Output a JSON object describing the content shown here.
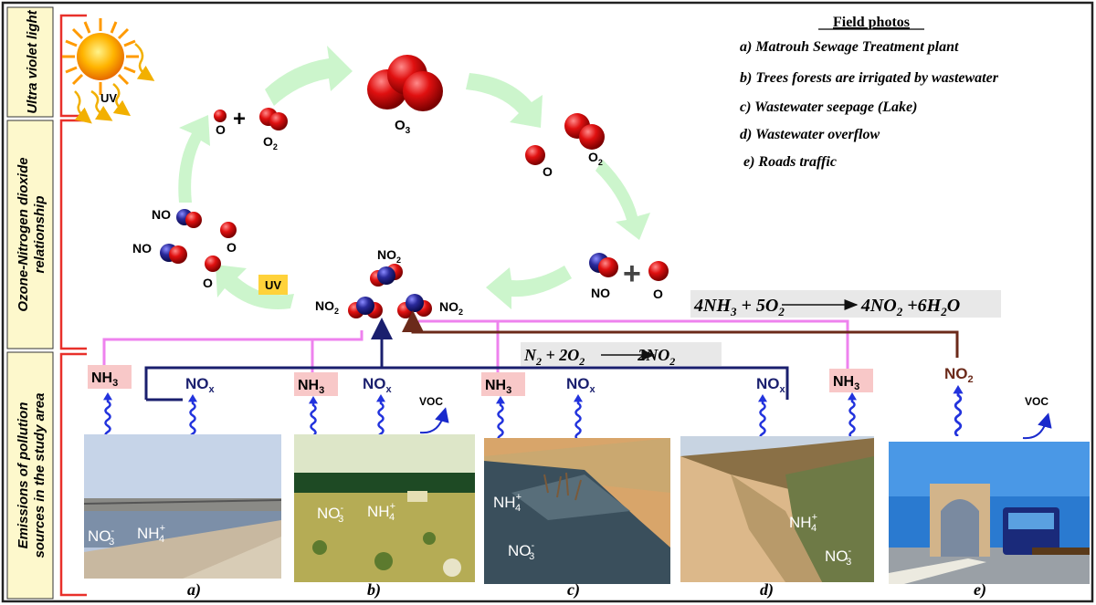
{
  "side_labels": {
    "uv": "Ultra violet light",
    "ozone_line1": "Ozone-Nitrogen dioxide",
    "ozone_line2": "relationship",
    "emissions_line1": "Emissions of pollution",
    "emissions_line2": "sources in the study area"
  },
  "legend": {
    "title": "Field photos",
    "items": [
      "a) Matrouh Sewage Treatment plant",
      "b) Trees forests are irrigated by wastewater",
      "c) Wastewater seepage (Lake)",
      "d) Wastewater overflow",
      "e) Roads traffic"
    ]
  },
  "cycle": {
    "o3": "O",
    "o3_sub": "3",
    "o_left": "O",
    "o2_left": "O",
    "o2_left_sub": "2",
    "plus": "+",
    "o_right": "O",
    "o2_right": "O",
    "o2_right_sub": "2",
    "no_right": "NO",
    "o_right2": "O",
    "no_left_1": "NO",
    "no_left_2": "NO",
    "o_left_a": "O",
    "o_left_b": "O",
    "uv_badge": "UV",
    "sun_uv": "UV",
    "no2_top": "NO",
    "no2_top_sub": "2",
    "no2_left": "NO",
    "no2_left_sub": "2",
    "no2_right": "NO",
    "no2_right_sub": "2"
  },
  "equations": {
    "eq1_parts": [
      "4NH",
      "3",
      " + 5O",
      "2",
      "4NO",
      "2",
      " +6H",
      "2",
      "O"
    ],
    "eq2_parts": [
      "N",
      "2",
      " + 2O",
      "2",
      "2NO",
      "2"
    ]
  },
  "emissions": {
    "nh3": "NH",
    "nh3_sub": "3",
    "nox": "NO",
    "nox_sub": "x",
    "voc": "VOC",
    "no2": "NO",
    "no2_sub": "2"
  },
  "photos": {
    "labels": [
      "a)",
      "b)",
      "c)",
      "d)",
      "e)"
    ],
    "nh4": "NH",
    "nh4_sub": "4",
    "nh4_sup": "+",
    "no3": "NO",
    "no3_sub": "3",
    "no3_sup": "-"
  },
  "colors": {
    "sidebar_bg": "#fdf8cc",
    "bracket_red": "#e8302a",
    "arrow_green": "#ccf5cc",
    "navy": "#1a1f6e",
    "pink": "#ee82ee",
    "brown": "#6b2a1a",
    "wave_blue": "#2233dd",
    "nh3_bg": "#f8c8c8",
    "uv_badge_bg": "#ffd23a"
  }
}
